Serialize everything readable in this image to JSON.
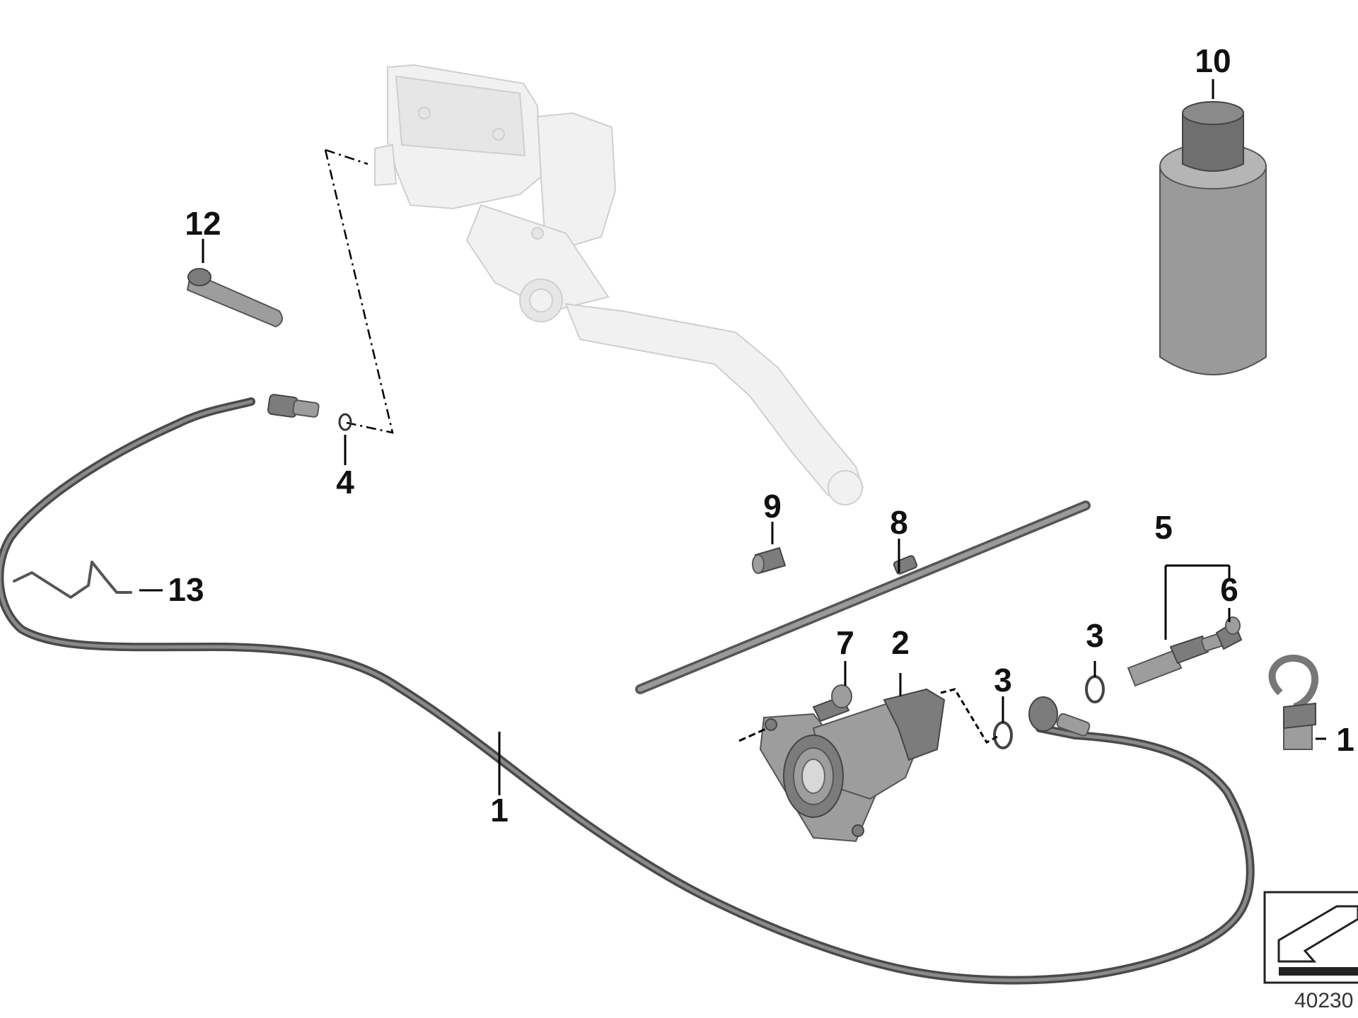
{
  "diagram": {
    "callouts": [
      {
        "id": "hose",
        "label": "1"
      },
      {
        "id": "slave-cylinder",
        "label": "2"
      },
      {
        "id": "sealing-ring-a",
        "label": "3"
      },
      {
        "id": "sealing-ring-b",
        "label": "3"
      },
      {
        "id": "o-ring",
        "label": "4"
      },
      {
        "id": "bleed-screw-set",
        "label": "5"
      },
      {
        "id": "cap",
        "label": "6"
      },
      {
        "id": "bolt",
        "label": "7"
      },
      {
        "id": "push-rod",
        "label": "8"
      },
      {
        "id": "sleeve",
        "label": "9"
      },
      {
        "id": "fluid-bottle",
        "label": "10"
      },
      {
        "id": "clamp",
        "label": "1"
      },
      {
        "id": "lever-strap",
        "label": "12"
      },
      {
        "id": "wire-clip",
        "label": "13"
      }
    ],
    "reference_number": "40230"
  }
}
